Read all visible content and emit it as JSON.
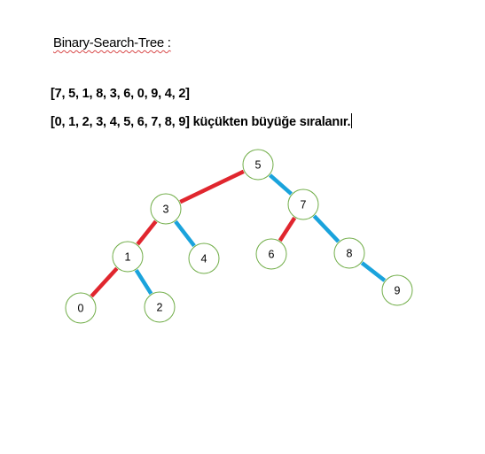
{
  "title": "Binary-Search-Tree :",
  "input_line": "[7, 5, 1, 8, 3, 6, 0, 9, 4, 2]",
  "sorted_line": "[0, 1, 2, 3, 4, 5, 6, 7, 8, 9]  küçükten büyüğe sıralanır.",
  "colors": {
    "left_edge": "#e0262e",
    "right_edge": "#1aa3dc",
    "node_border": "#70ad47",
    "node_fill": "#ffffff"
  },
  "tree": {
    "nodes": [
      {
        "id": "n5",
        "label": "5"
      },
      {
        "id": "n3",
        "label": "3"
      },
      {
        "id": "n7",
        "label": "7"
      },
      {
        "id": "n1",
        "label": "1"
      },
      {
        "id": "n4",
        "label": "4"
      },
      {
        "id": "n6",
        "label": "6"
      },
      {
        "id": "n8",
        "label": "8"
      },
      {
        "id": "n0",
        "label": "0"
      },
      {
        "id": "n2",
        "label": "2"
      },
      {
        "id": "n9",
        "label": "9"
      }
    ],
    "edges": [
      {
        "from": "n5",
        "to": "n3",
        "side": "left"
      },
      {
        "from": "n5",
        "to": "n7",
        "side": "right"
      },
      {
        "from": "n3",
        "to": "n1",
        "side": "left"
      },
      {
        "from": "n3",
        "to": "n4",
        "side": "right"
      },
      {
        "from": "n7",
        "to": "n6",
        "side": "left"
      },
      {
        "from": "n7",
        "to": "n8",
        "side": "right"
      },
      {
        "from": "n1",
        "to": "n0",
        "side": "left"
      },
      {
        "from": "n1",
        "to": "n2",
        "side": "right"
      },
      {
        "from": "n8",
        "to": "n9",
        "side": "right"
      }
    ]
  }
}
